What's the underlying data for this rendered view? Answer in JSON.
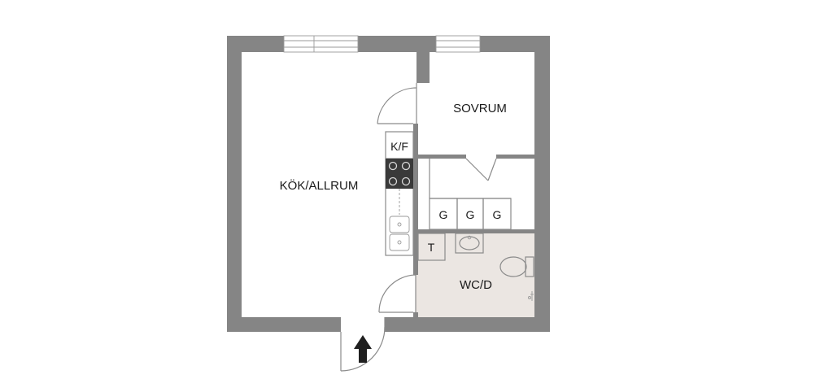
{
  "rooms": {
    "kitchen_living": "KÖK/ALLRUM",
    "bedroom": "SOVRUM",
    "bathroom": "WC/D"
  },
  "fixtures": {
    "fridge_freezer": "K/F",
    "wardrobes": [
      "G",
      "G",
      "G"
    ],
    "washer": "T"
  },
  "icons": {
    "entrance": "entrance-arrow-icon"
  },
  "colors": {
    "wall": "#858585",
    "bathroom_floor": "#ebe6e2",
    "stove": "#3a3a3a"
  }
}
